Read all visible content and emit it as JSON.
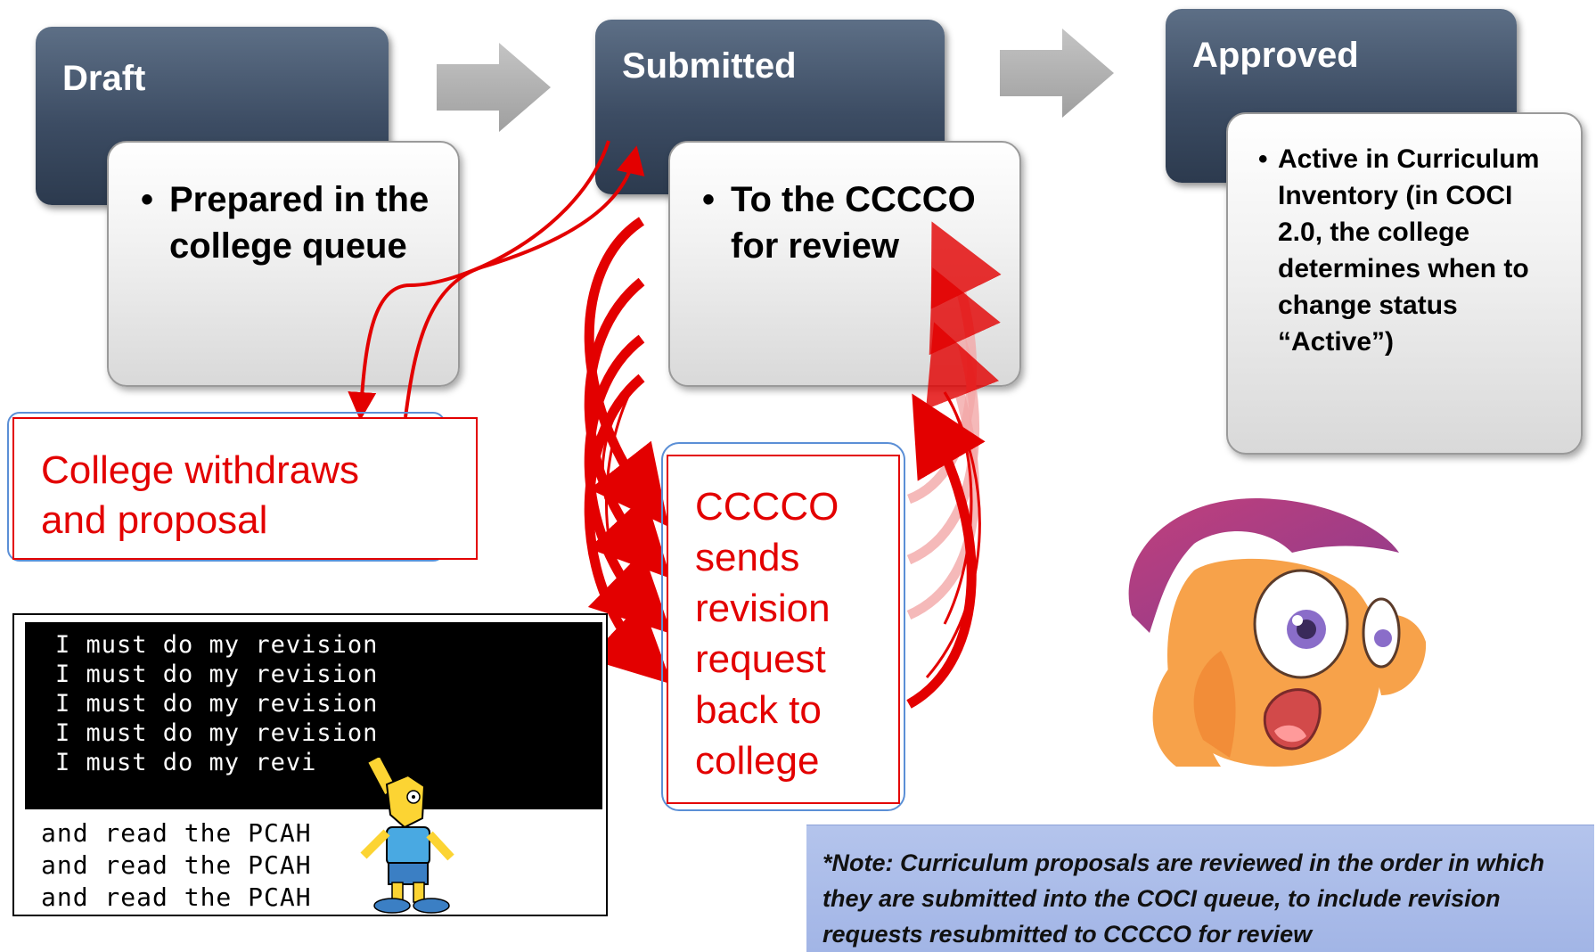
{
  "stages": [
    {
      "title": "Draft",
      "bullets": [
        "Prepared in the college queue"
      ]
    },
    {
      "title": "Submitted",
      "bullets": [
        "To the CCCCO for review"
      ]
    },
    {
      "title": "Approved",
      "bullets": [
        "Active in Curriculum Inventory (in COCI 2.0, the college determines when to change status “Active”)"
      ]
    }
  ],
  "withdraw_box": {
    "text": "College withdraws and proposal"
  },
  "revision_box": {
    "text": "CCCCO sends revision request back to college"
  },
  "chalkboard": {
    "board_lines": [
      "I must do my revision",
      "I must do my revision",
      "I must do my revision",
      "I must do my revision",
      "I must do my revi"
    ],
    "below_lines": [
      "and read the PCAH",
      "and read the PCAH",
      "and read the PCAH"
    ]
  },
  "note": {
    "text": "*Note: Curriculum proposals are reviewed in the order in which they are submitted into the COCI queue, to include revision requests resubmitted to CCCCO for review"
  },
  "colors": {
    "stage_header": "#3c4c63",
    "revision_red": "#e30000",
    "note_blue": "#a8b9e8"
  }
}
